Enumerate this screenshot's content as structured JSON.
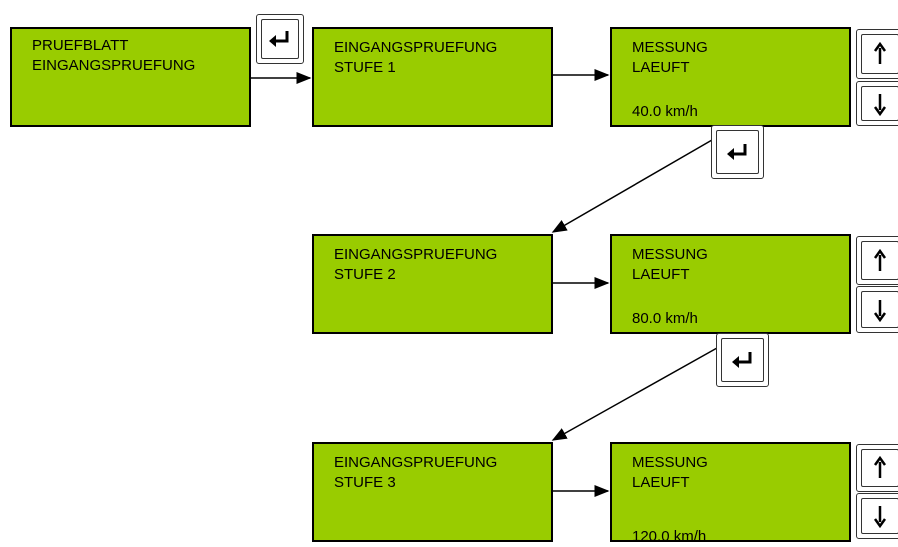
{
  "nodes": {
    "start": {
      "line1": "PRUEFBLATT",
      "line2": "EINGANGSPRUEFUNG"
    },
    "stage1": {
      "line1": "EINGANGSPRUEFUNG",
      "line2": "STUFE 1"
    },
    "meas1": {
      "line1": "MESSUNG",
      "line2": "LAEUFT",
      "value": "40.0 km/h"
    },
    "stage2": {
      "line1": "EINGANGSPRUEFUNG",
      "line2": "STUFE 2"
    },
    "meas2": {
      "line1": "MESSUNG",
      "line2": "LAEUFT",
      "value": "80.0 km/h"
    },
    "stage3": {
      "line1": "EINGANGSPRUEFUNG",
      "line2": "STUFE 3"
    },
    "meas3": {
      "line1": "MESSUNG",
      "line2": "LAEUFT",
      "value": "120.0 km/h"
    }
  },
  "keys": {
    "enter": "enter-key-icon",
    "up": "up-arrow-key-icon",
    "down": "down-arrow-key-icon"
  },
  "colors": {
    "screen": "#99cc00",
    "border": "#000000"
  }
}
